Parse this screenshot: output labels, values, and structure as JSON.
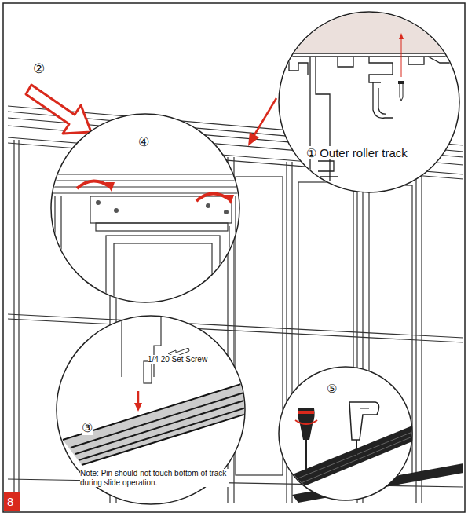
{
  "diagram": {
    "labels": [
      "②",
      "④",
      "① Outer roller track",
      "1/4 20 Set Screw",
      "③",
      "Note: Pin should not touch bottom of track during slide operation.",
      "⑤",
      "8"
    ]
  }
}
